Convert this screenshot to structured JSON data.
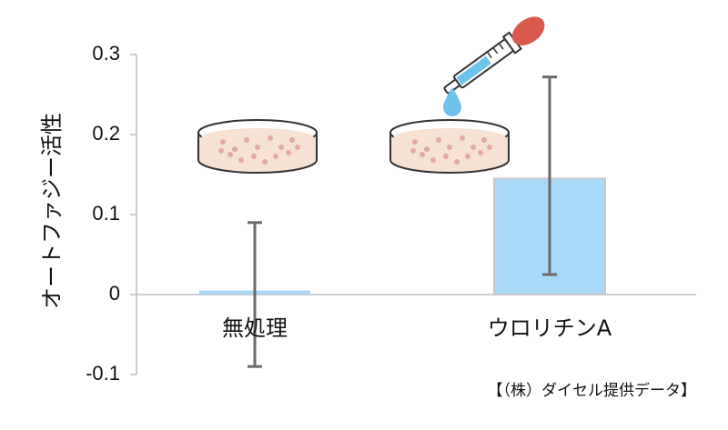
{
  "chart_data": {
    "type": "bar",
    "categories": [
      "無処理",
      "ウロリチンA"
    ],
    "values": [
      0.005,
      0.145
    ],
    "error_low": [
      -0.09,
      0.025
    ],
    "error_high": [
      0.09,
      0.272
    ],
    "ylabel": "オートファジー活性",
    "xlabel": "",
    "ylim": [
      -0.1,
      0.3
    ],
    "yticks": [
      -0.1,
      0,
      0.1,
      0.2,
      0.3
    ],
    "ytick_labels": [
      "-0.1",
      "0",
      "0.1",
      "0.2",
      "0.3"
    ],
    "grid": false,
    "bar_color": "#a9d8f8",
    "bar_edge_color": "#c9c9c9",
    "error_color": "#6b6b6b",
    "axis_color": "#bdbdbd",
    "source": "【（株）ダイセル提供データ】"
  },
  "illustrations": {
    "dish_icon": "petri-dish-icon",
    "dropper_icon": "dropper-icon",
    "dish_rim_color": "#333333",
    "dish_fill_color": "#f6e1d3",
    "cell_color": "#e3aaa3",
    "dropper_bulb_color": "#d85a4c",
    "dropper_liquid_color": "#6ec3ea"
  }
}
